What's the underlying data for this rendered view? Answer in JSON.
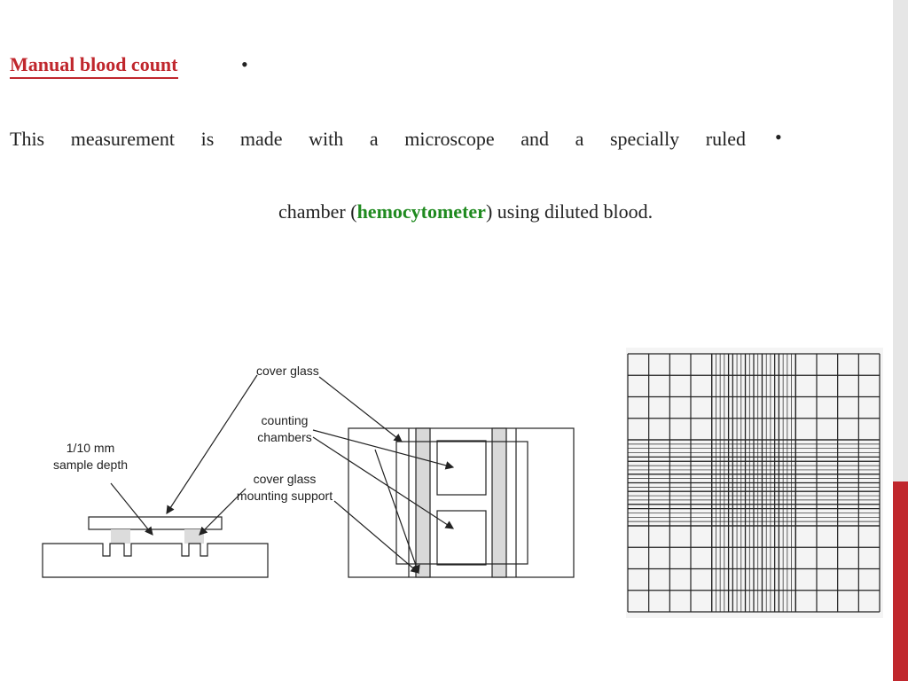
{
  "slide": {
    "heading": "Manual blood count",
    "bullet": "•",
    "paragraph_line1": "This measurement is made with a microscope and a specially ruled",
    "paragraph_line2_pre": "chamber (",
    "paragraph_line2_highlight": "hemocytometer",
    "paragraph_line2_post": ") using diluted blood."
  },
  "diagram": {
    "labels": {
      "cover_glass": "cover glass",
      "counting_line1": "counting",
      "counting_line2": "chambers",
      "depth_line1": "1/10 mm",
      "depth_line2": "sample depth",
      "support_line1": "cover glass",
      "support_line2": "mounting support"
    }
  },
  "colors": {
    "heading": "#c0272d",
    "highlight": "#1f8a1f",
    "accent_bar": "#c0272d"
  }
}
